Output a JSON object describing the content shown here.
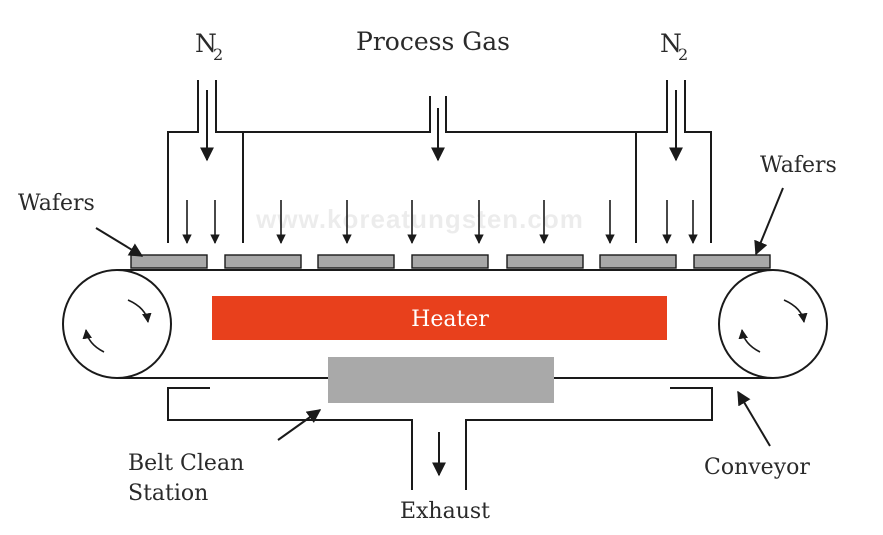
{
  "labels": {
    "n2_left_main": "N",
    "n2_left_sub": "2",
    "process_gas": "Process Gas",
    "n2_right_main": "N",
    "n2_right_sub": "2",
    "wafers_left": "Wafers",
    "wafers_right": "Wafers",
    "heater": "Heater",
    "belt_clean_line1": "Belt Clean",
    "belt_clean_line2": "Station",
    "conveyor": "Conveyor",
    "exhaust": "Exhaust"
  },
  "watermark": "www.koreatungsten.com",
  "colors": {
    "heater": "#e8401c",
    "wafer": "#a8a8a8",
    "belt_clean_block": "#a9a9a9",
    "line": "#1a1a1a"
  },
  "wafer_count": 7
}
